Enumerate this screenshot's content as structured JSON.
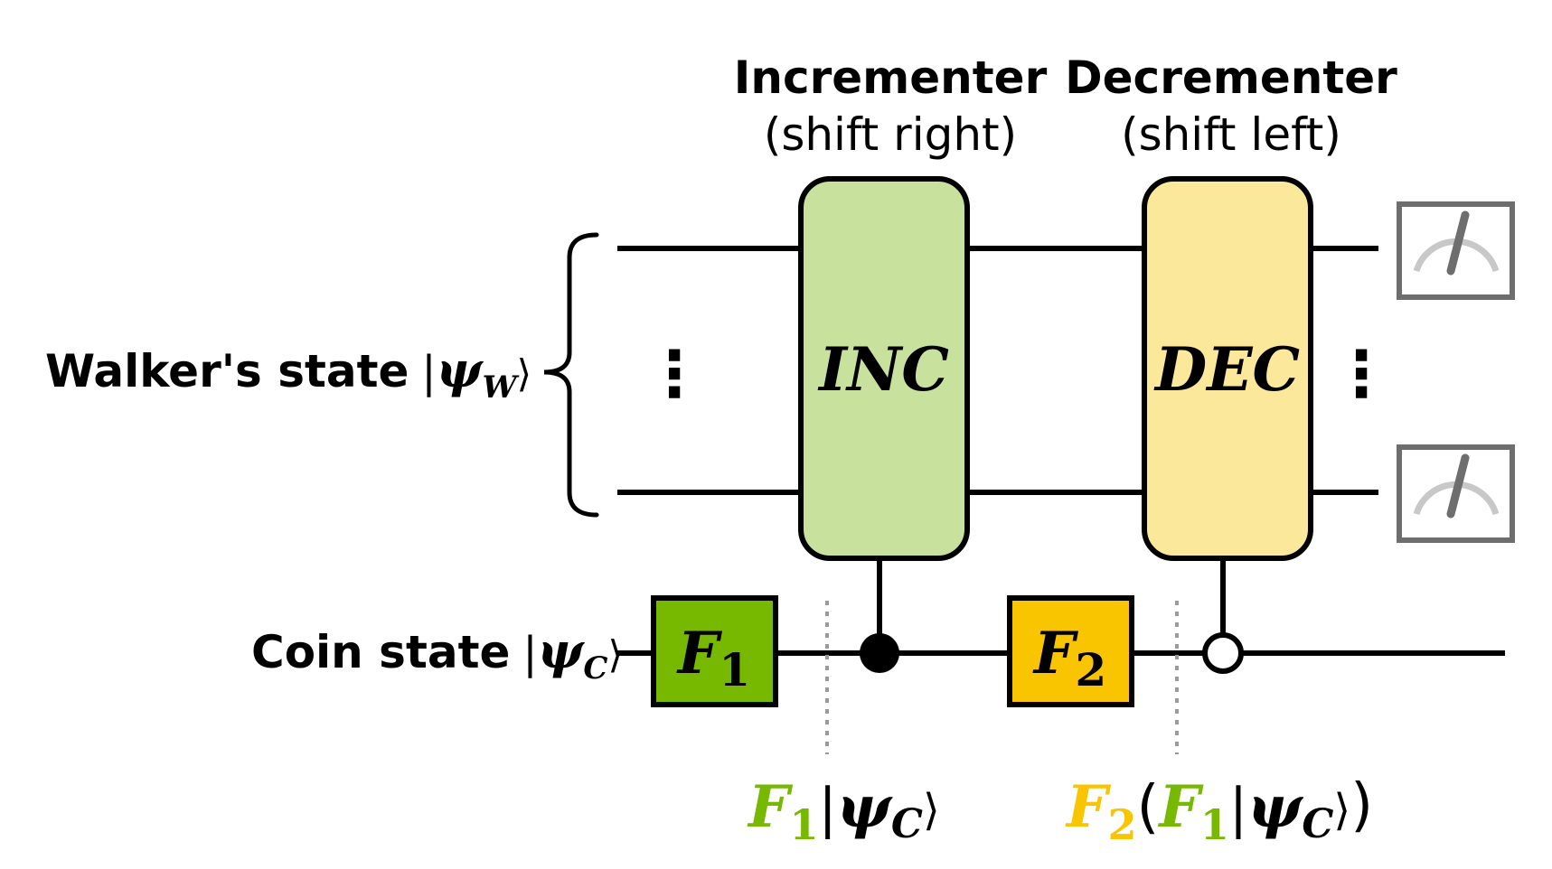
{
  "labels": {
    "walker_state": "Walker's state",
    "walker_ket_open": "|",
    "walker_psi": "ψ",
    "walker_sub": "W",
    "walker_ket_close": "⟩",
    "coin_state": "Coin state",
    "coin_ket_open": "|",
    "coin_psi": "ψ",
    "coin_sub": "C",
    "coin_ket_close": "⟩"
  },
  "gates": {
    "inc_title": "Incrementer",
    "inc_subtitle": "(shift right)",
    "inc_label": "INC",
    "dec_title": "Decrementer",
    "dec_subtitle": "(shift left)",
    "dec_label": "DEC",
    "f1_letter": "F",
    "f1_index": "1",
    "f2_letter": "F",
    "f2_index": "2"
  },
  "annotations": {
    "first": {
      "f_letter": "F",
      "f_index": "1",
      "ket_open": "|",
      "psi": "ψ",
      "sub": "C",
      "ket_close": "⟩"
    },
    "second": {
      "f2_letter": "F",
      "f2_index": "2",
      "paren_open": "(",
      "f1_letter": "F",
      "f1_index": "1",
      "ket_open": "|",
      "psi": "ψ",
      "sub": "C",
      "ket_close": "⟩",
      "paren_close": ")"
    }
  },
  "ellipsis": "⋮",
  "colors": {
    "inc_fill": "#c8e29e",
    "dec_fill": "#fce89a",
    "f1_fill": "#76b900",
    "f2_fill": "#f9c400",
    "f1_text": "#76b900",
    "f2_text": "#f9c400",
    "meter": "#6e6e6e",
    "line": "#000000",
    "dotted": "#9a9a9a"
  },
  "icons": [
    "measurement-meter-icon",
    "brace-icon"
  ]
}
